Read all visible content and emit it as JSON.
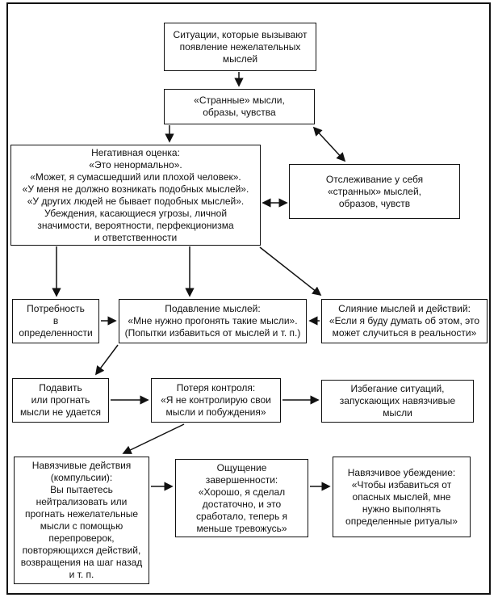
{
  "diagram": {
    "type": "flowchart",
    "language": "ru",
    "colors": {
      "background": "#ffffff",
      "line": "#111111",
      "text": "#111111"
    },
    "nodes": {
      "situations": {
        "text": "Ситуации, которые вызывают\nпоявление нежелательных\nмыслей"
      },
      "strange": {
        "text": "«Странные» мысли,\nобразы, чувства"
      },
      "negative": {
        "text": "Негативная оценка:\n«Это ненормально».\n«Может, я сумасшедший или плохой человек».\n«У меня не должно возникать подобных мыслей».\n«У других людей не бывает подобных мыслей».\nУбеждения, касающиеся угрозы, личной\nзначимости, вероятности, перфекционизма\nи ответственности"
      },
      "monitoring": {
        "text": "Отслеживание у себя\n«странных» мыслей,\nобразов, чувств"
      },
      "need": {
        "text": "Потребность\nв определенности"
      },
      "suppression": {
        "text": "Подавление мыслей:\n«Мне нужно прогонять такие мысли».\n(Попытки избавиться от мыслей и т. п.)"
      },
      "fusion": {
        "text": "Слияние мыслей и действий:\n«Если я буду думать об этом, это\nможет случиться в реальности»"
      },
      "fail": {
        "text": "Подавить\nили прогнать\nмысли не удается"
      },
      "loss": {
        "text": "Потеря контроля:\n«Я не контролирую свои\nмысли и побуждения»"
      },
      "avoidance": {
        "text": "Избегание ситуаций,\nзапускающих навязчивые\nмысли"
      },
      "compulsions": {
        "text": "Навязчивые действия\n(компульсии):\nВы пытаетесь\nнейтрализовать или\nпрогнать нежелательные\nмысли с помощью\nперепроверок,\nповторяющихся действий,\nвозвращения на шаг назад\nи т. п."
      },
      "completeness": {
        "text": "Ощущение\nзавершенности:\n«Хорошо, я сделал\nдостаточно, и это\nсработало, теперь я\nменьше тревожусь»"
      },
      "belief": {
        "text": "Навязчивое убеждение:\n«Чтобы избавиться от\nопасных мыслей, мне\nнужно выполнять\nопределенные ритуалы»"
      }
    },
    "edges": [
      {
        "from": "situations",
        "to": "strange",
        "direction": "one-way"
      },
      {
        "from": "strange",
        "to": "negative",
        "direction": "one-way"
      },
      {
        "from": "strange",
        "to": "monitoring",
        "direction": "two-way"
      },
      {
        "from": "negative",
        "to": "monitoring",
        "direction": "two-way"
      },
      {
        "from": "negative",
        "to": "need",
        "direction": "one-way"
      },
      {
        "from": "negative",
        "to": "suppression",
        "direction": "one-way"
      },
      {
        "from": "negative",
        "to": "fusion",
        "direction": "one-way"
      },
      {
        "from": "need",
        "to": "suppression",
        "direction": "one-way"
      },
      {
        "from": "fusion",
        "to": "suppression",
        "direction": "one-way"
      },
      {
        "from": "suppression",
        "to": "fail",
        "direction": "one-way"
      },
      {
        "from": "fail",
        "to": "loss",
        "direction": "one-way"
      },
      {
        "from": "loss",
        "to": "avoidance",
        "direction": "one-way"
      },
      {
        "from": "loss",
        "to": "compulsions",
        "direction": "one-way"
      },
      {
        "from": "compulsions",
        "to": "completeness",
        "direction": "one-way"
      },
      {
        "from": "completeness",
        "to": "belief",
        "direction": "one-way"
      }
    ]
  }
}
